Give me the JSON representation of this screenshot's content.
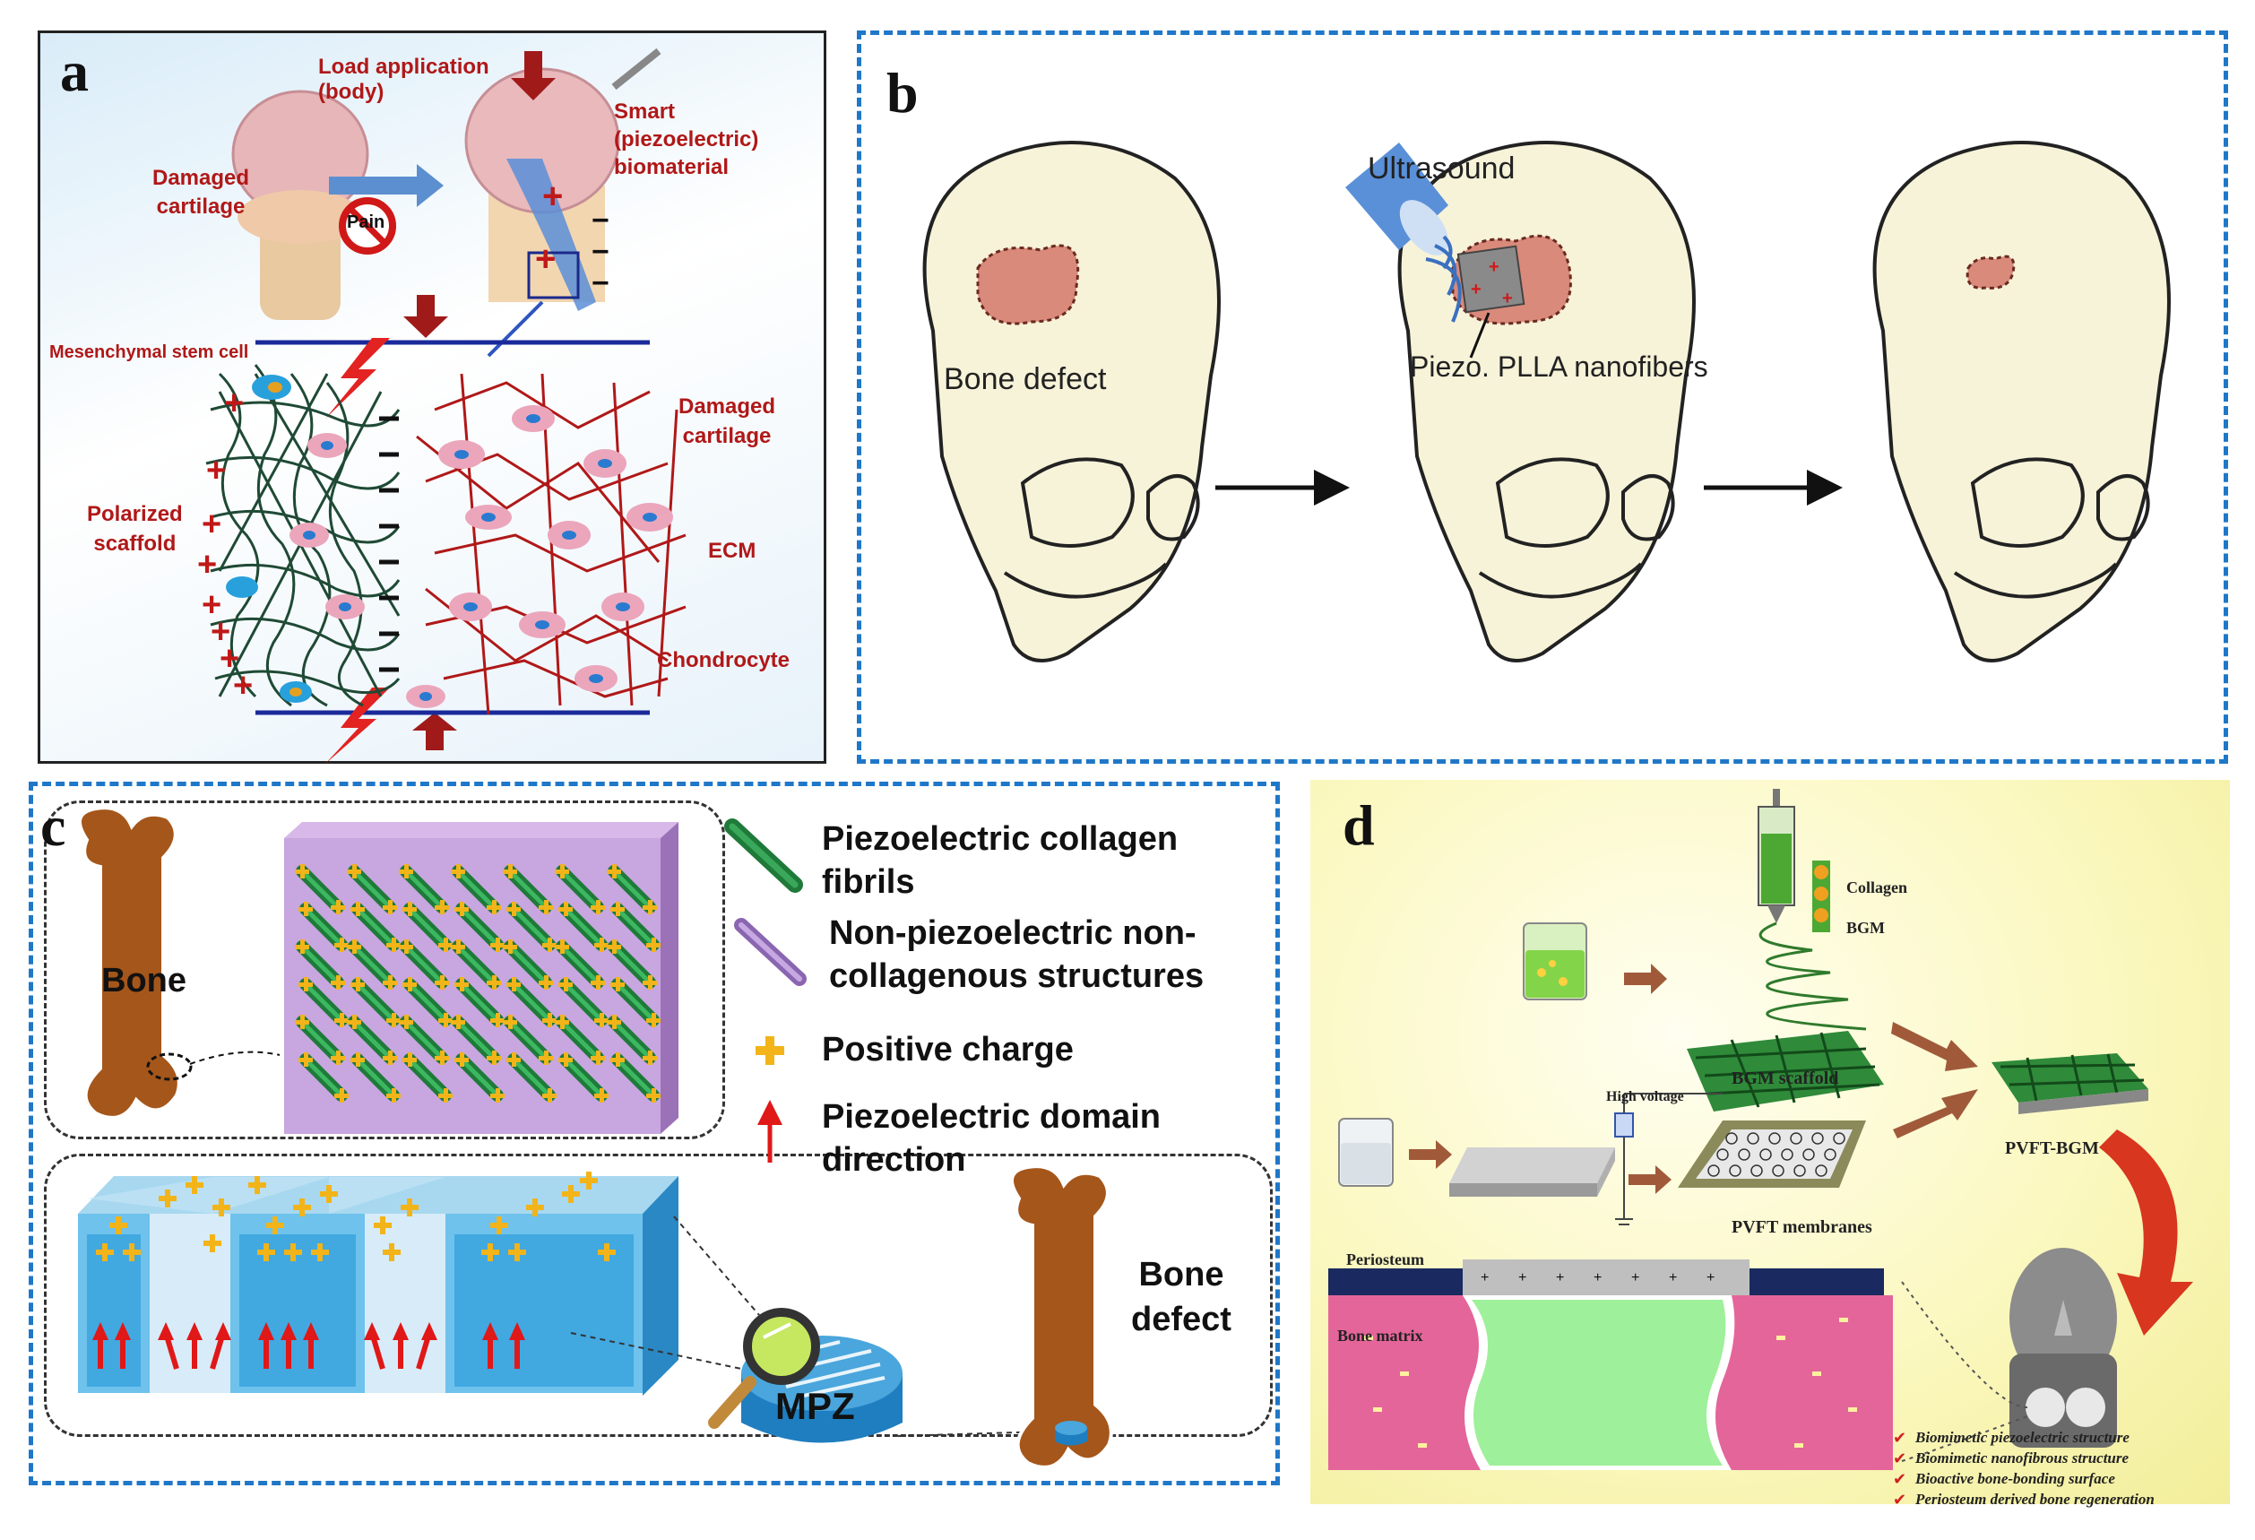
{
  "panel_a": {
    "label": "a",
    "load_application": "Load application\n(body)",
    "damaged_cartilage_top": "Damaged\ncartilage",
    "pain": "Pain",
    "smart_biomaterial": "Smart\n(piezoelectric)\nbiomaterial",
    "mesenchymal": "Mesenchymal stem cell",
    "damaged_cartilage_right": "Damaged\ncartilage",
    "polarized_scaffold": "Polarized\nscaffold",
    "ecm": "ECM",
    "chondrocyte": "Chondrocyte"
  },
  "panel_b": {
    "label": "b",
    "ultrasound": "Ultrasound",
    "bone_defect": "Bone defect",
    "piezo_plla": "Piezo. PLLA nanofibers"
  },
  "panel_c": {
    "label": "c",
    "bone": "Bone",
    "legend": [
      {
        "text": "Piezoelectric collagen\nfibrils",
        "icon": "green-rod-icon"
      },
      {
        "text": "Non-piezoelectric non-\ncollagenous structures",
        "icon": "purple-rod-icon"
      },
      {
        "text": "Positive charge",
        "icon": "plus-icon"
      },
      {
        "text": "Piezoelectric domain\ndirection",
        "icon": "red-arrow-icon"
      }
    ],
    "mpz": "MPZ",
    "bone_defect": "Bone\ndefect"
  },
  "panel_d": {
    "label": "d",
    "collagen": "Collagen",
    "bgm": "BGM",
    "bgm_scaffold": "BGM scaffold",
    "high_voltage": "High voltage",
    "pvft_membranes": "PVFT membranes",
    "pvft_bgm": "PVFT-BGM",
    "periosteum": "Periosteum",
    "bone_matrix": "Bone matrix",
    "checklist": [
      "Biomimetic piezoelectric structure",
      "Biomimetic nanofibrous structure",
      "Bioactive bone-bonding surface",
      "Periosteum derived bone regeneration"
    ]
  },
  "colors": {
    "dash_blue": "#1f77c8",
    "label_red": "#b01818",
    "bone_brown": "#a5561a",
    "skull_fill": "#f7f3d9",
    "defect_pink": "#d98a7a"
  }
}
